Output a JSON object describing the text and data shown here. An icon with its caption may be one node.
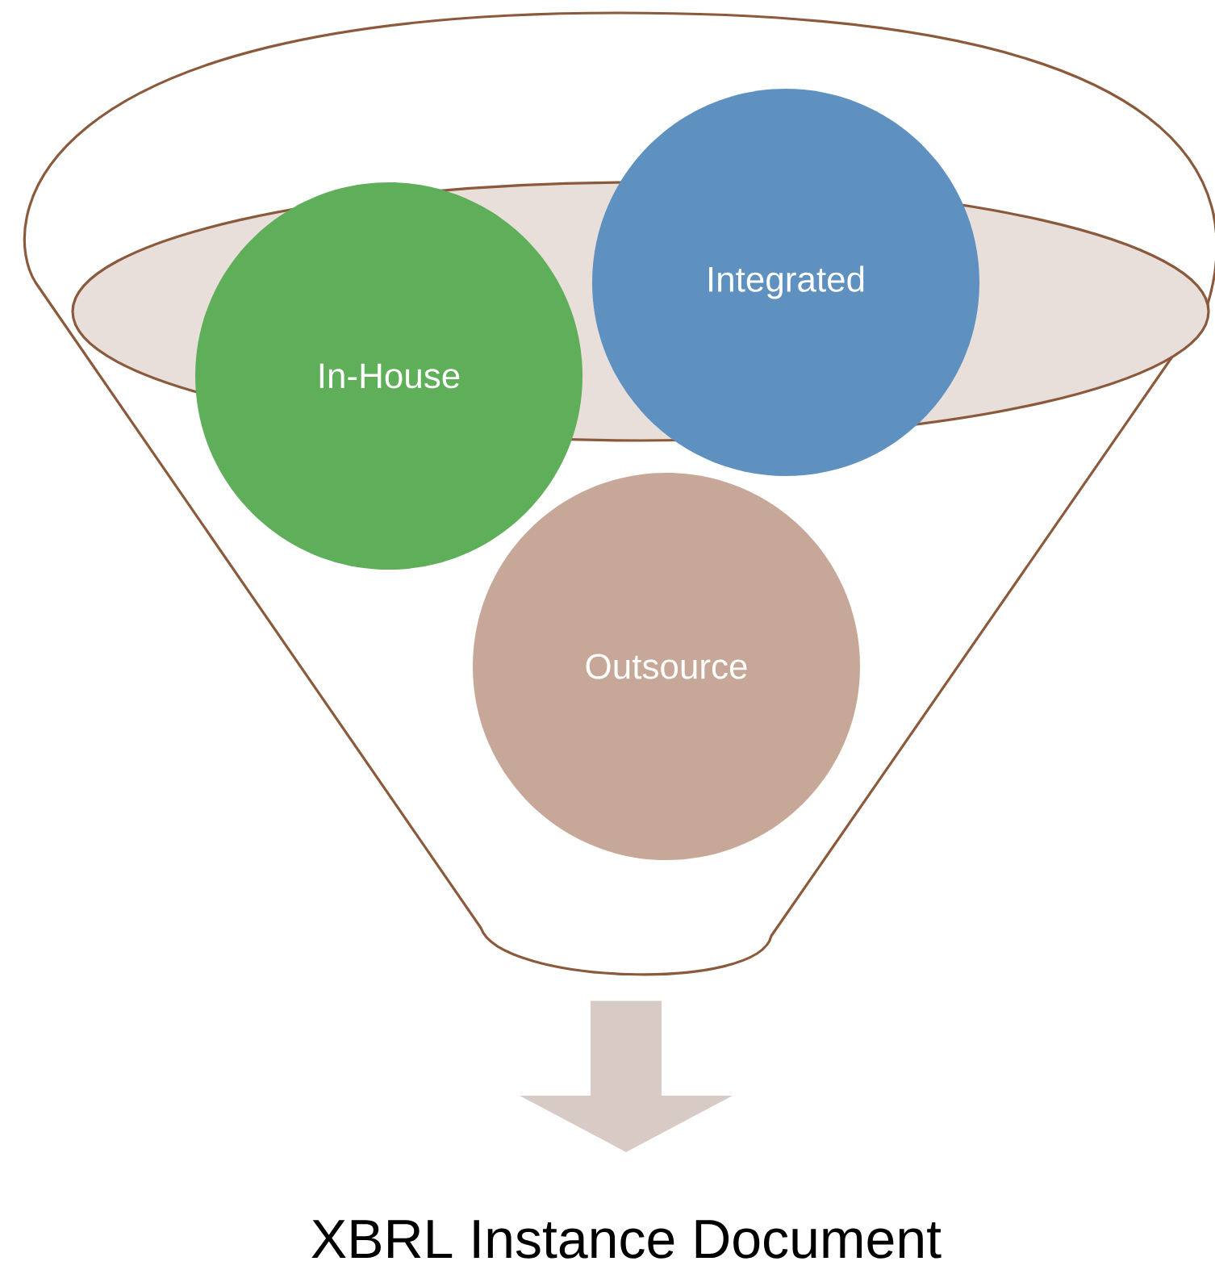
{
  "diagram": {
    "nodes": [
      {
        "text": [],
        "shape": "funnel"
      },
      {
        "text": [
          "In-House"
        ],
        "in": 0
      },
      {
        "text": [
          "Integrated"
        ],
        "in": 0
      },
      {
        "text": [
          "Outsource"
        ],
        "in": 0
      },
      {
        "text": [
          "XBRL Instance Document"
        ]
      }
    ],
    "edges": [
      {
        "from": 0,
        "to": 4,
        "arrow": "to"
      }
    ]
  }
}
